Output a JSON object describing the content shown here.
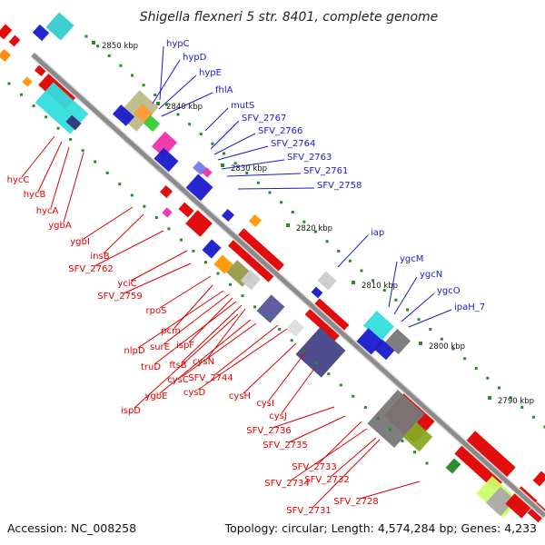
{
  "title": "Shigella flexneri 5 str. 8401, complete genome",
  "footer": {
    "accession": "Accession: NC_008258",
    "summary": "Topology: circular; Length: 4,574,284 bp; Genes: 4,233"
  },
  "colors": {
    "forward_label": "#1a1acc",
    "reverse_label": "#dd0000",
    "backbone": "#8c8c8c",
    "tick": "#2a8a2a"
  },
  "kbp_ticks": [
    {
      "label": "2850 kbp"
    },
    {
      "label": "2840 kbp"
    },
    {
      "label": "2830 kbp"
    },
    {
      "label": "2820 kbp"
    },
    {
      "label": "2810 kbp"
    },
    {
      "label": "2800 kbp"
    },
    {
      "label": "2790 kbp"
    }
  ],
  "forward_genes": [
    {
      "name": "hypC"
    },
    {
      "name": "hypD"
    },
    {
      "name": "hypE"
    },
    {
      "name": "fhlA"
    },
    {
      "name": "mutS"
    },
    {
      "name": "SFV_2767"
    },
    {
      "name": "SFV_2766"
    },
    {
      "name": "SFV_2764"
    },
    {
      "name": "SFV_2763"
    },
    {
      "name": "SFV_2761"
    },
    {
      "name": "SFV_2758"
    },
    {
      "name": "iap"
    },
    {
      "name": "ygcM"
    },
    {
      "name": "ygcN"
    },
    {
      "name": "ygcO"
    },
    {
      "name": "ipaH_7"
    }
  ],
  "reverse_genes": [
    {
      "name": "hycC"
    },
    {
      "name": "hycB"
    },
    {
      "name": "hycA"
    },
    {
      "name": "ygbA"
    },
    {
      "name": "ygbI"
    },
    {
      "name": "insB"
    },
    {
      "name": "SFV_2762"
    },
    {
      "name": "yciC"
    },
    {
      "name": "SFV_2759"
    },
    {
      "name": "rpoS"
    },
    {
      "name": "pcm"
    },
    {
      "name": "nlpD"
    },
    {
      "name": "surE"
    },
    {
      "name": "ispF"
    },
    {
      "name": "truD"
    },
    {
      "name": "ftsB"
    },
    {
      "name": "cysN"
    },
    {
      "name": "cysC"
    },
    {
      "name": "SFV_2744"
    },
    {
      "name": "ygbE"
    },
    {
      "name": "cysD"
    },
    {
      "name": "ispD"
    },
    {
      "name": "cysH"
    },
    {
      "name": "cysI"
    },
    {
      "name": "cysJ"
    },
    {
      "name": "SFV_2736"
    },
    {
      "name": "SFV_2735"
    },
    {
      "name": "SFV_2733"
    },
    {
      "name": "SFV_2734"
    },
    {
      "name": "SFV_2732"
    },
    {
      "name": "SFV_2731"
    },
    {
      "name": "SFV_2728"
    }
  ]
}
